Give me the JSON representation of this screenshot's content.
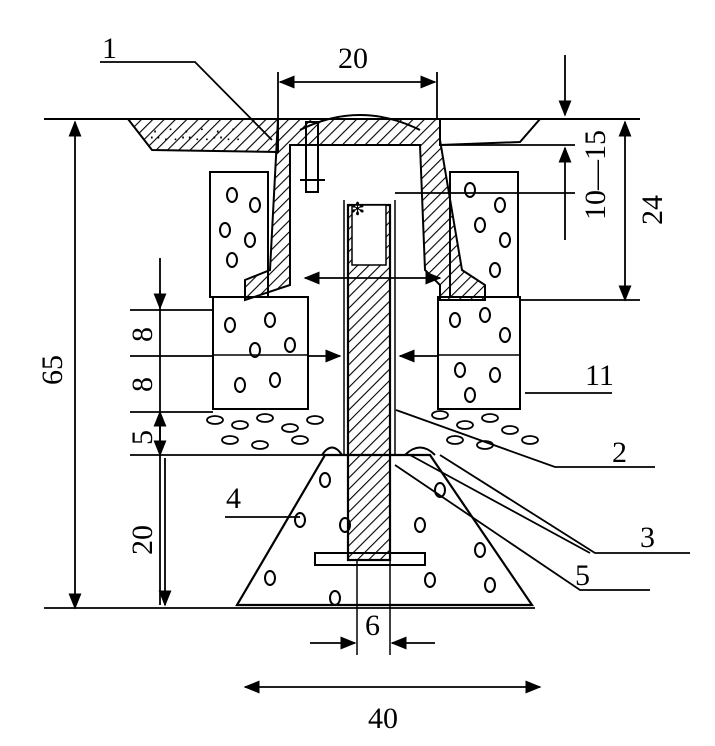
{
  "labels": {
    "part_1": "1",
    "part_2": "2",
    "part_3": "3",
    "part_4": "4",
    "part_5": "5",
    "part_11": "11"
  },
  "dimensions": {
    "top_width": "20",
    "depth_range": "10—15",
    "upper_height": "24",
    "total_height": "65",
    "layer_a": "8",
    "layer_b": "8",
    "layer_c": "5",
    "footing_height": "20",
    "post_width": "6",
    "footing_width": "40"
  },
  "colors": {
    "ink": "#000000",
    "paper": "#ffffff"
  }
}
